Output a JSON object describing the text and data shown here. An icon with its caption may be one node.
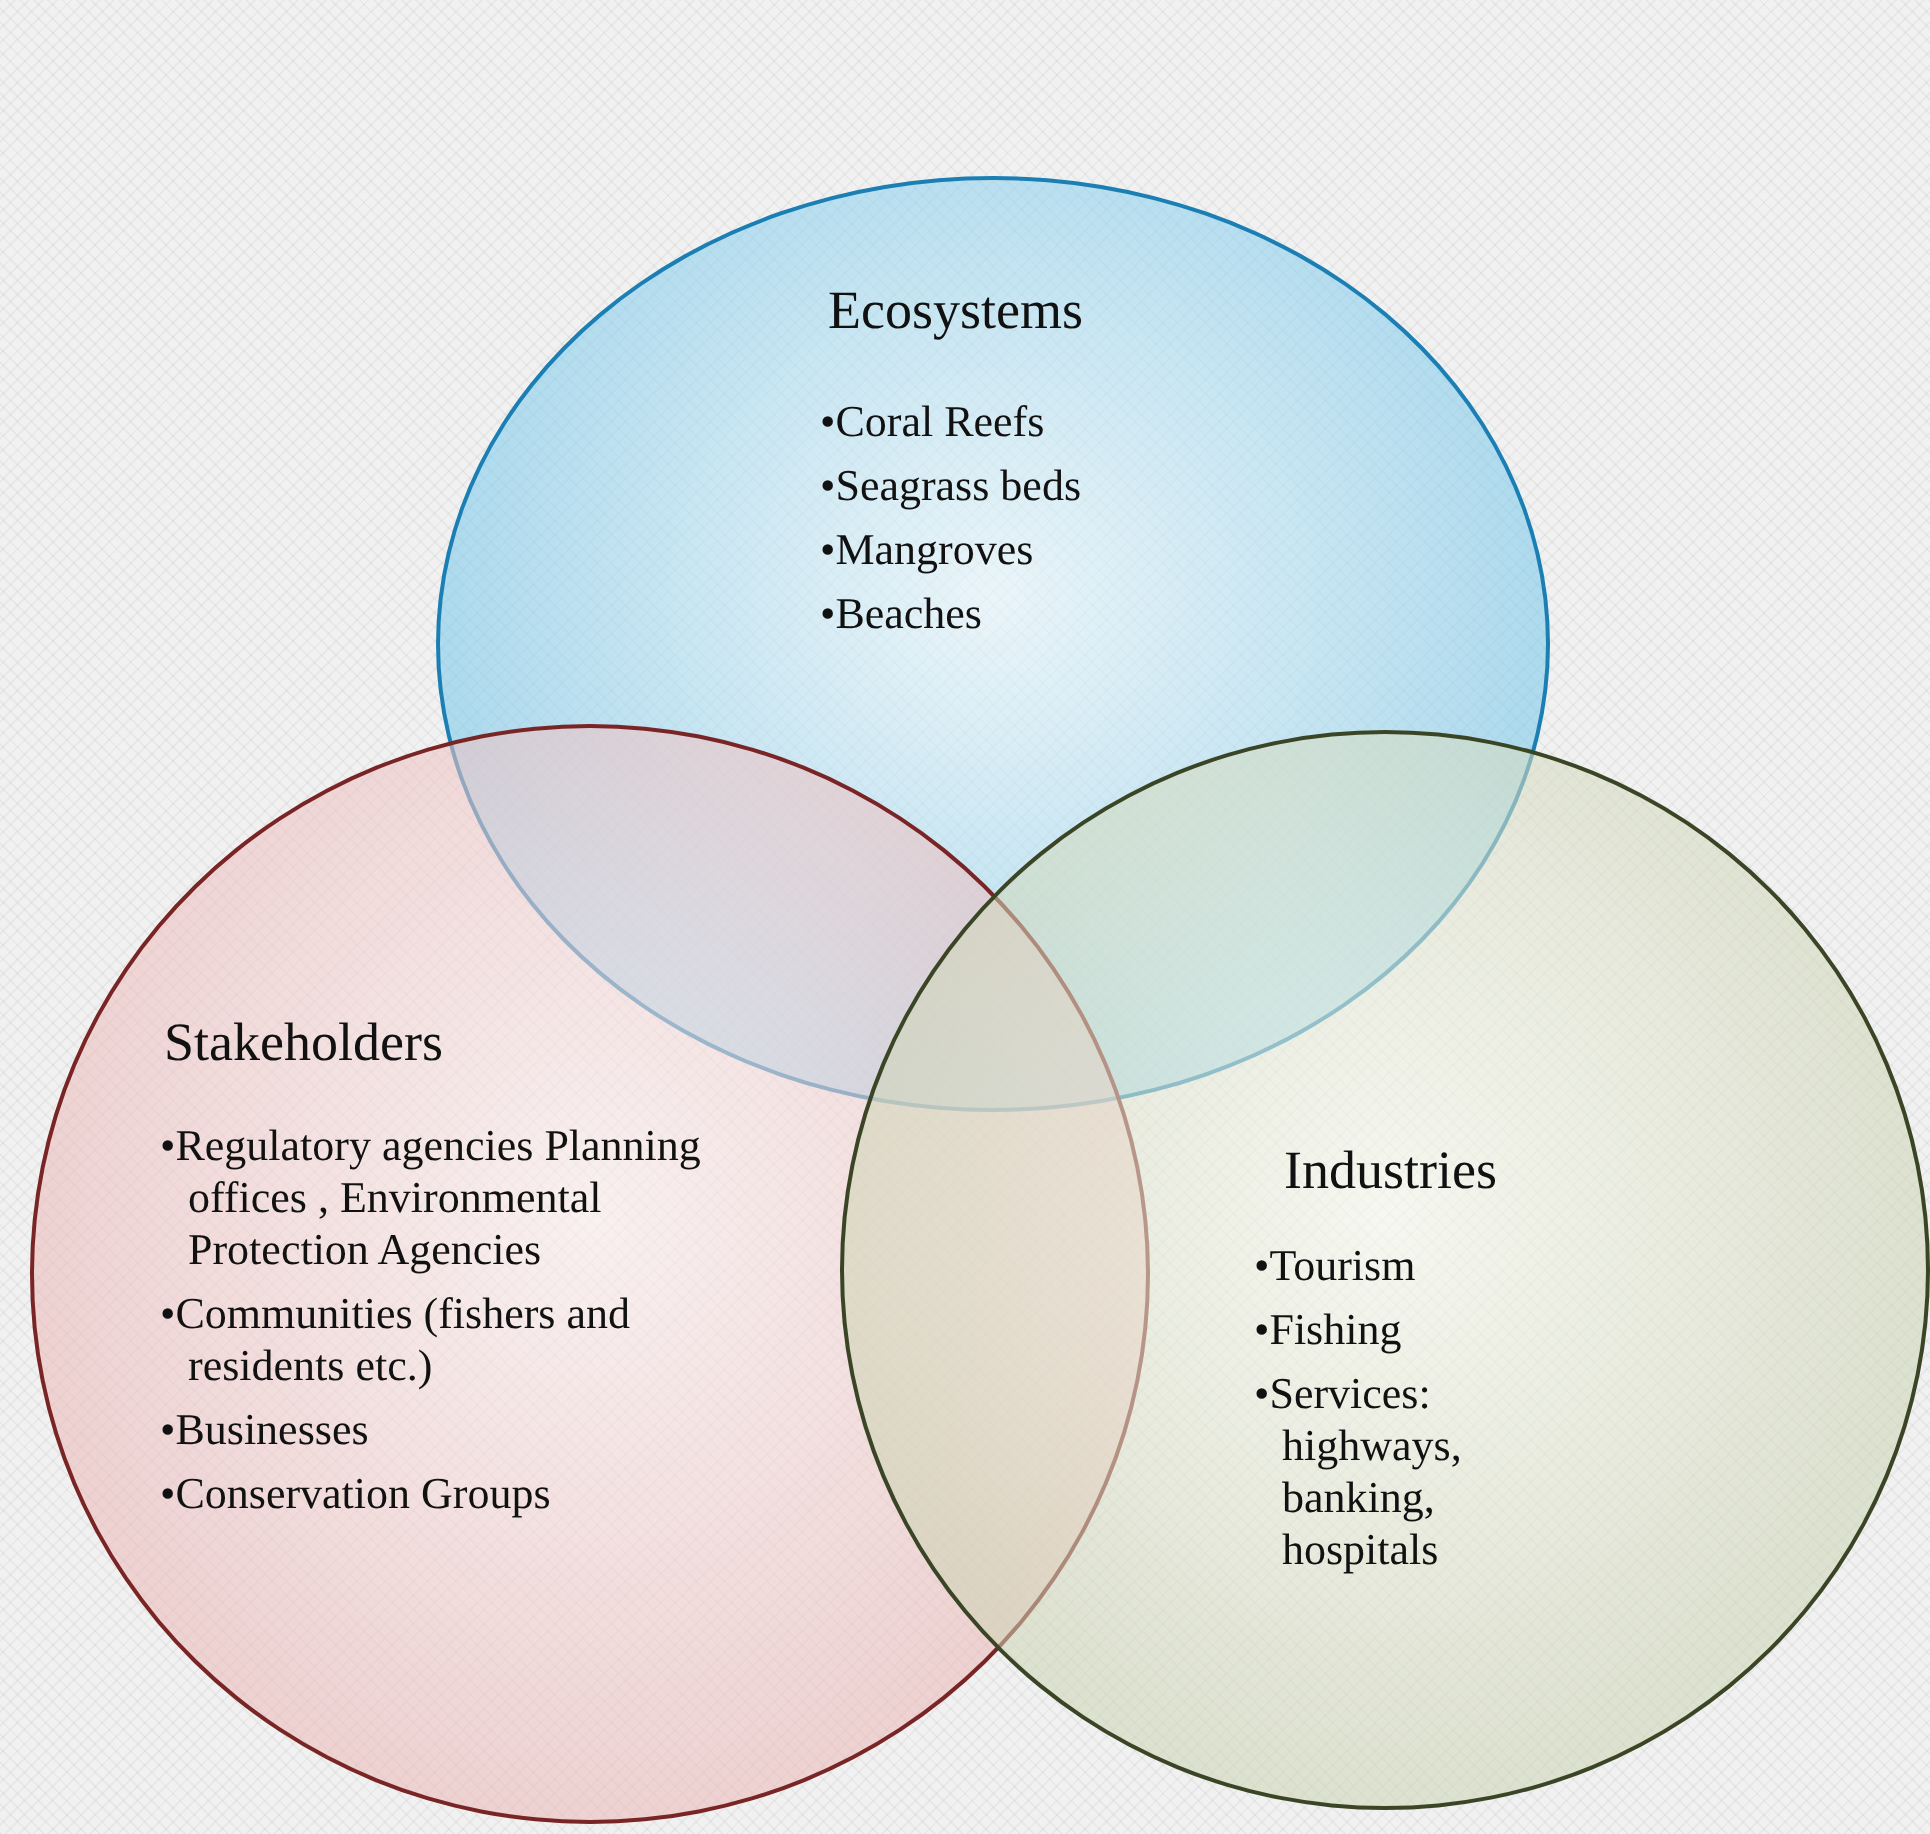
{
  "diagram": {
    "nodes": [
      {
        "text": [
          "Ecosystems",
          "•Coral Reefs",
          "•Seagrass beds",
          "•Mangroves",
          "•Beaches"
        ]
      },
      {
        "text": [
          "Stakeholders",
          "•Regulatory agencies Planning offices , Environmental Protection Agencies",
          "•Communities (fishers and residents etc.)",
          "•Businesses",
          "•Conservation Groups"
        ]
      },
      {
        "text": [
          "Industries",
          "•Tourism",
          "•Fishing",
          "•Services: highways, banking, hospitals"
        ]
      }
    ]
  }
}
